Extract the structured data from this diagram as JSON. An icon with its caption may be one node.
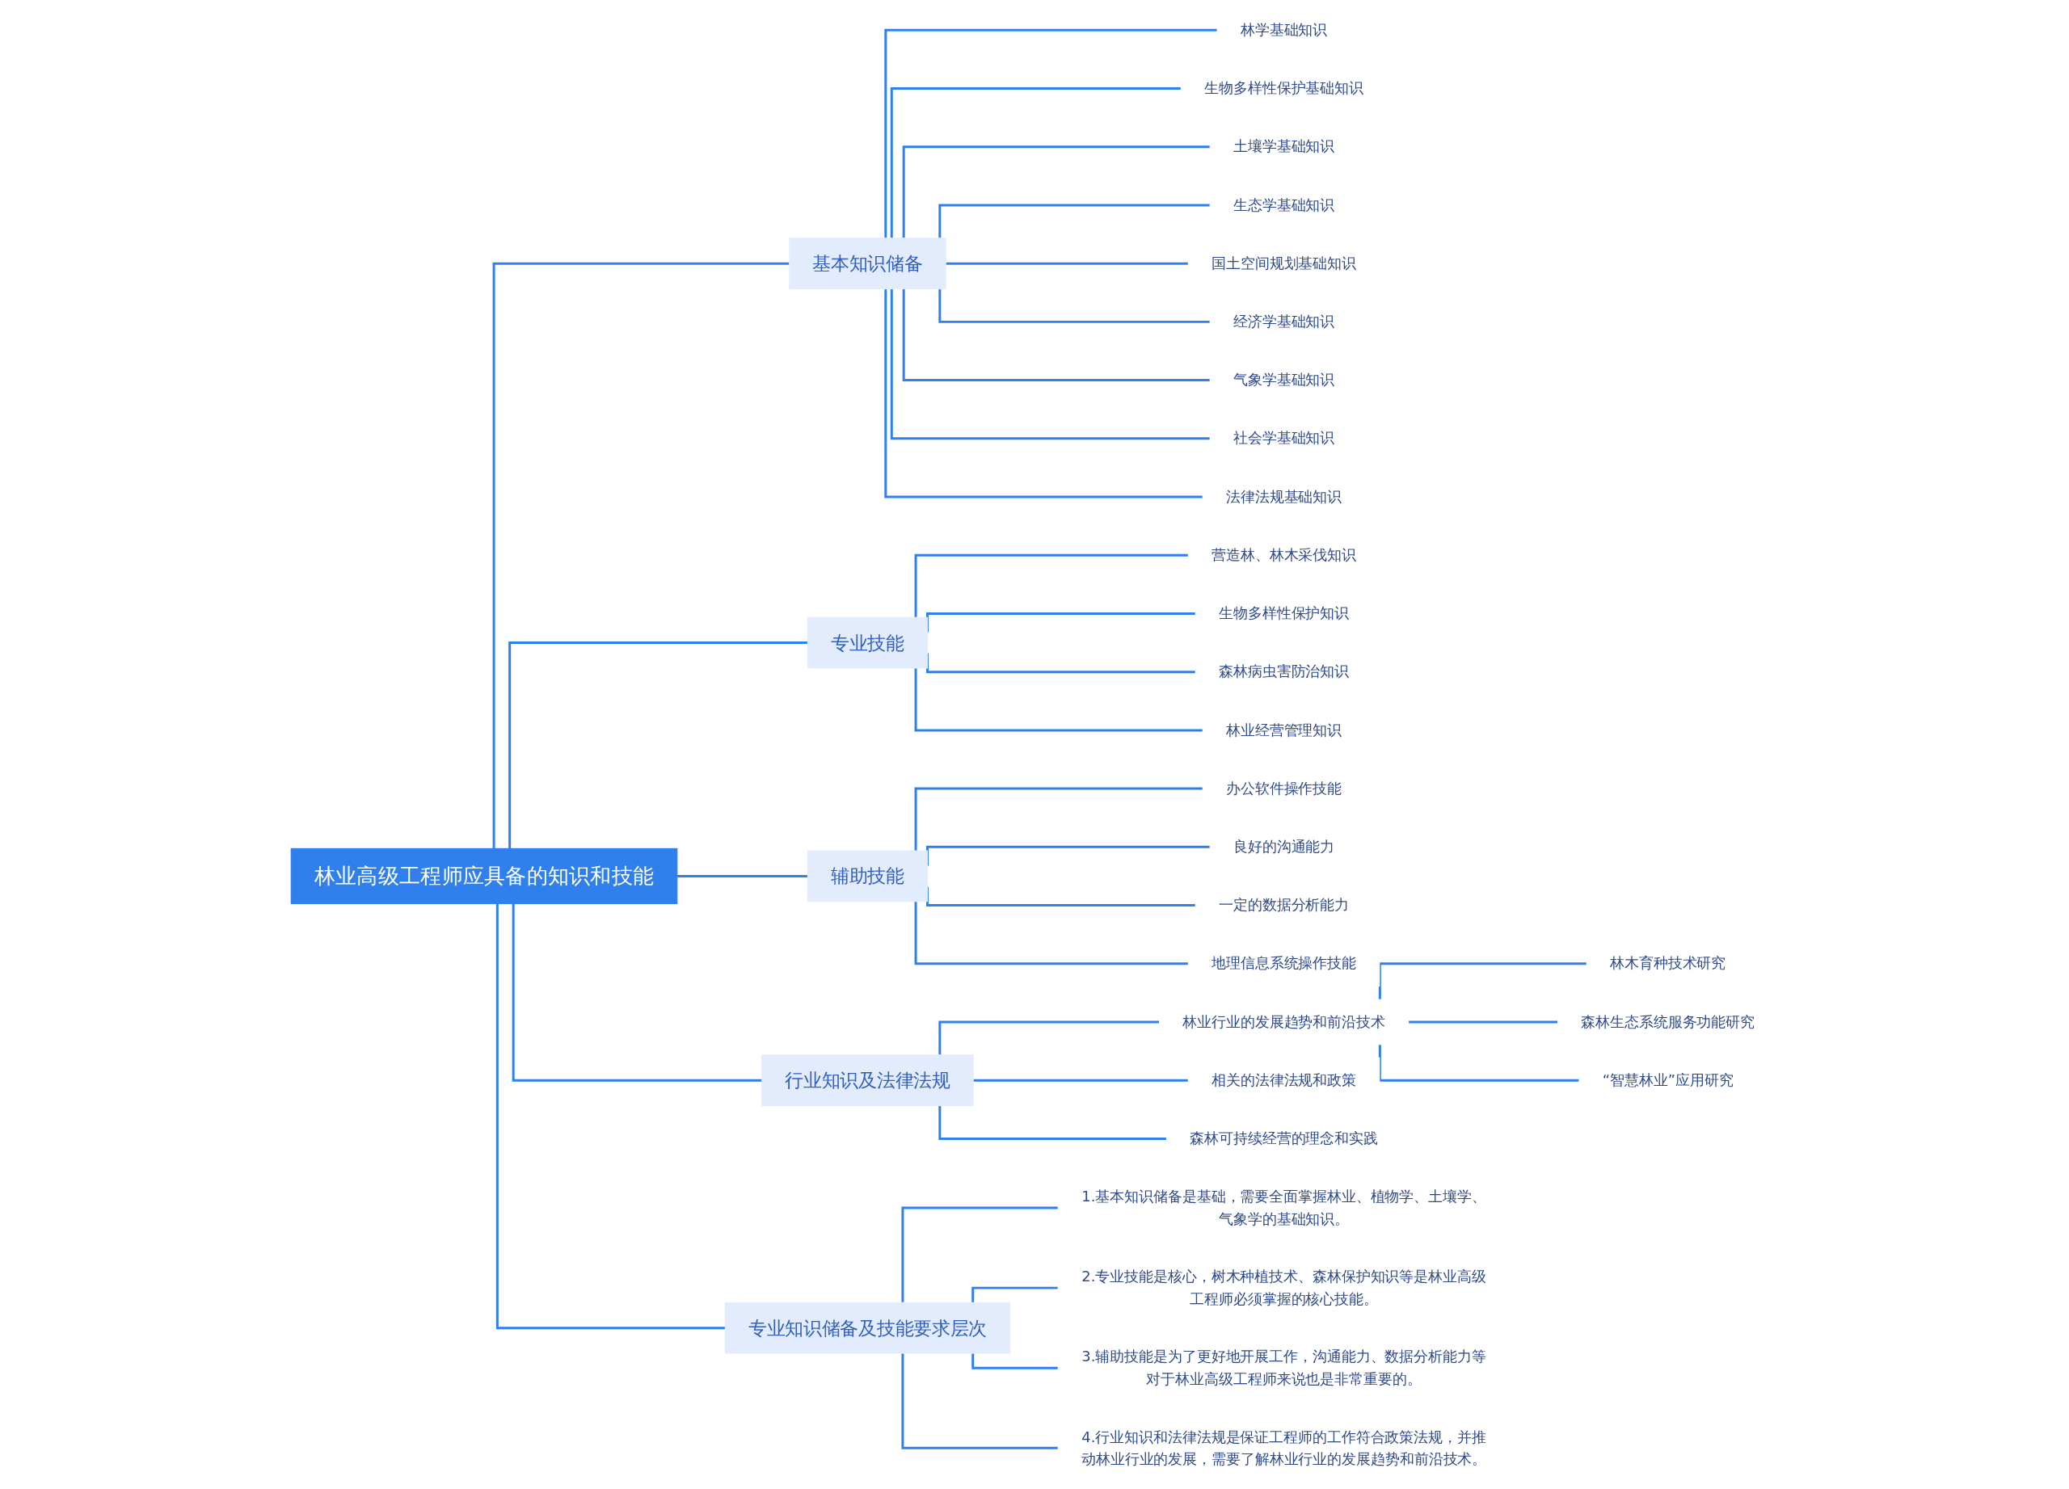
{
  "diagram": {
    "nodes": [
      {
        "text": [
          "林业高级工程师应具备的知识和技能"
        ]
      },
      {
        "text": [
          "基本知识储备"
        ]
      },
      {
        "text": [
          "林学基础知识"
        ]
      },
      {
        "text": [
          "生物多样性保护基础知识"
        ]
      },
      {
        "text": [
          "土壤学基础知识"
        ]
      },
      {
        "text": [
          "生态学基础知识"
        ]
      },
      {
        "text": [
          "国土空间规划基础知识"
        ]
      },
      {
        "text": [
          "经济学基础知识"
        ]
      },
      {
        "text": [
          "气象学基础知识"
        ]
      },
      {
        "text": [
          "社会学基础知识"
        ]
      },
      {
        "text": [
          "法律法规基础知识"
        ]
      },
      {
        "text": [
          "专业技能"
        ]
      },
      {
        "text": [
          "营造林、林木采伐知识"
        ]
      },
      {
        "text": [
          "生物多样性保护知识"
        ]
      },
      {
        "text": [
          "森林病虫害防治知识"
        ]
      },
      {
        "text": [
          "林业经营管理知识"
        ]
      },
      {
        "text": [
          "辅助技能"
        ]
      },
      {
        "text": [
          "办公软件操作技能"
        ]
      },
      {
        "text": [
          "良好的沟通能力"
        ]
      },
      {
        "text": [
          "一定的数据分析能力"
        ]
      },
      {
        "text": [
          "地理信息系统操作技能"
        ]
      },
      {
        "text": [
          "行业知识及法律法规"
        ]
      },
      {
        "text": [
          "林业行业的发展趋势和前沿技术"
        ]
      },
      {
        "text": [
          "林木育种技术研究"
        ]
      },
      {
        "text": [
          "森林生态系统服务功能研究"
        ]
      },
      {
        "text": [
          "“智慧林业”应用研究"
        ]
      },
      {
        "text": [
          "相关的法律法规和政策"
        ]
      },
      {
        "text": [
          "森林可持续经营的理念和实践"
        ]
      },
      {
        "text": [
          "专业知识储备及技能要求层次"
        ]
      },
      {
        "text": [
          "1.基本知识储备是基础，需要全面掌握林业、植物学、土壤学、气象学的基础知识。"
        ]
      },
      {
        "text": [
          "2.专业技能是核心，树木种植技术、森林保护知识等是林业高级工程师必须掌握的核心技能。"
        ]
      },
      {
        "text": [
          "3.辅助技能是为了更好地开展工作，沟通能力、数据分析能力等对于林业高级工程师来说也是非常重要的。"
        ]
      },
      {
        "text": [
          "4.行业知识和法律法规是保证工程师的工作符合政策法规，并推动林业行业的发展，需要了解林业行业的发展趋势和前沿技术。"
        ]
      }
    ],
    "edges": [
      {
        "from": 0,
        "to": 1,
        "arrow": "none"
      },
      {
        "from": 1,
        "to": 2,
        "arrow": "none"
      },
      {
        "from": 1,
        "to": 3,
        "arrow": "none"
      },
      {
        "from": 1,
        "to": 4,
        "arrow": "none"
      },
      {
        "from": 1,
        "to": 5,
        "arrow": "none"
      },
      {
        "from": 1,
        "to": 6,
        "arrow": "none"
      },
      {
        "from": 1,
        "to": 7,
        "arrow": "none"
      },
      {
        "from": 1,
        "to": 8,
        "arrow": "none"
      },
      {
        "from": 1,
        "to": 9,
        "arrow": "none"
      },
      {
        "from": 1,
        "to": 10,
        "arrow": "none"
      },
      {
        "from": 0,
        "to": 11,
        "arrow": "none"
      },
      {
        "from": 11,
        "to": 12,
        "arrow": "none"
      },
      {
        "from": 11,
        "to": 13,
        "arrow": "none"
      },
      {
        "from": 11,
        "to": 14,
        "arrow": "none"
      },
      {
        "from": 11,
        "to": 15,
        "arrow": "none"
      },
      {
        "from": 0,
        "to": 16,
        "arrow": "none"
      },
      {
        "from": 16,
        "to": 17,
        "arrow": "none"
      },
      {
        "from": 16,
        "to": 18,
        "arrow": "none"
      },
      {
        "from": 16,
        "to": 19,
        "arrow": "none"
      },
      {
        "from": 16,
        "to": 20,
        "arrow": "none"
      },
      {
        "from": 0,
        "to": 21,
        "arrow": "none"
      },
      {
        "from": 21,
        "to": 22,
        "arrow": "none"
      },
      {
        "from": 22,
        "to": 23,
        "arrow": "none"
      },
      {
        "from": 22,
        "to": 24,
        "arrow": "none"
      },
      {
        "from": 22,
        "to": 25,
        "arrow": "none"
      },
      {
        "from": 21,
        "to": 26,
        "arrow": "none"
      },
      {
        "from": 21,
        "to": 27,
        "arrow": "none"
      },
      {
        "from": 0,
        "to": 28,
        "arrow": "none"
      },
      {
        "from": 28,
        "to": 29,
        "arrow": "none"
      },
      {
        "from": 28,
        "to": 30,
        "arrow": "none"
      },
      {
        "from": 28,
        "to": 31,
        "arrow": "none"
      },
      {
        "from": 28,
        "to": 32,
        "arrow": "none"
      }
    ]
  }
}
